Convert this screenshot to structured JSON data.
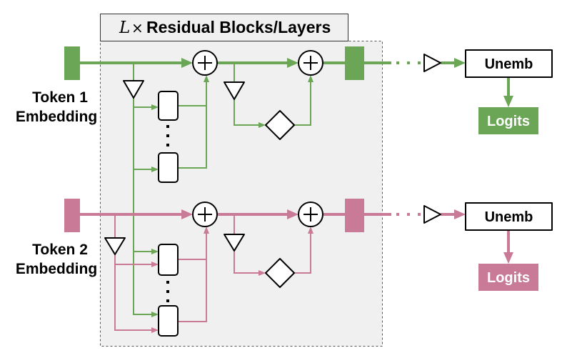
{
  "title": {
    "variable": "L",
    "times": "×",
    "text": "Residual Blocks/Layers"
  },
  "tokens": [
    {
      "label_line1": "Token 1",
      "label_line2": "Embedding",
      "unemb_label": "Unemb",
      "logits_label": "Logits"
    },
    {
      "label_line1": "Token 2",
      "label_line2": "Embedding",
      "unemb_label": "Unemb",
      "logits_label": "Logits"
    }
  ],
  "colors": {
    "token1": "#6aa655",
    "token2": "#c87a96",
    "block_background": "#f0f0f0"
  }
}
